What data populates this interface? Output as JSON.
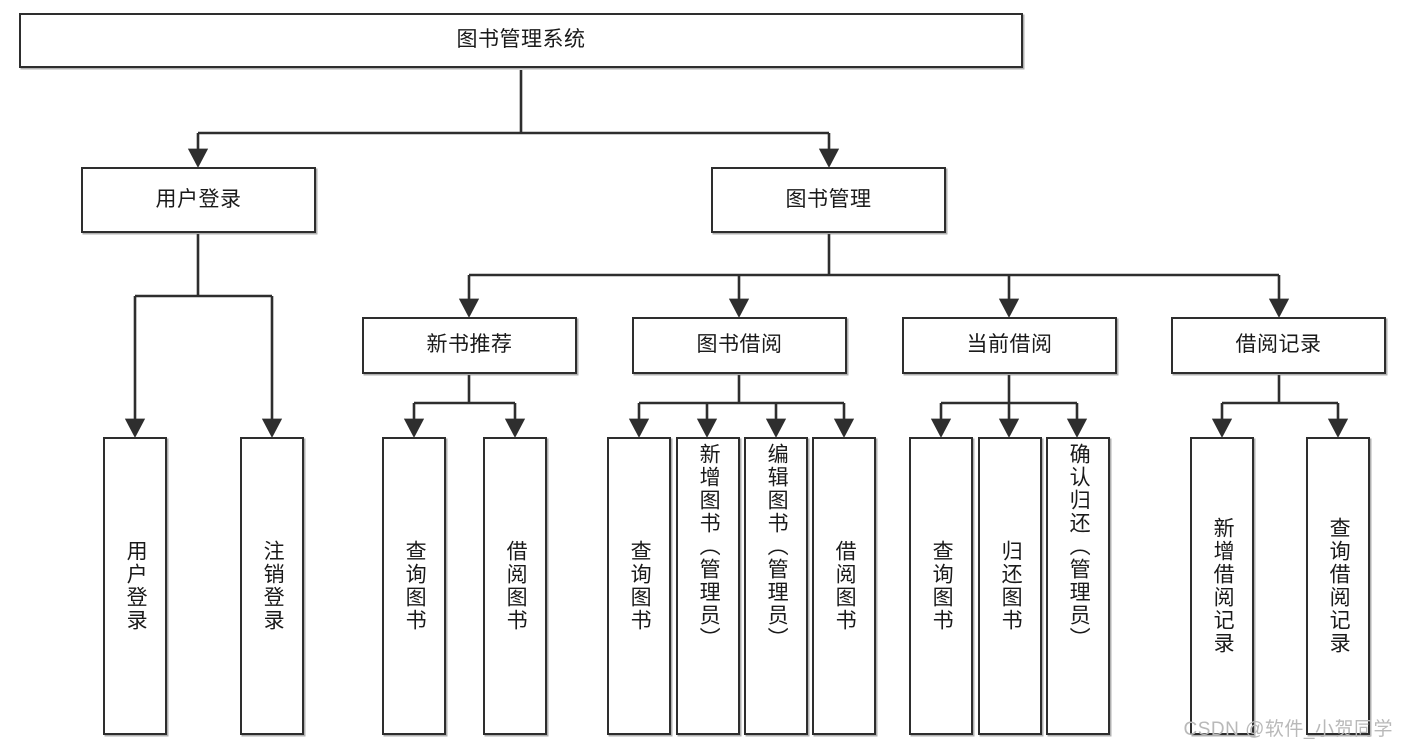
{
  "diagram": {
    "title": "图书管理系统",
    "type": "tree-hierarchy-diagram",
    "root": {
      "id": "root",
      "label": "图书管理系统"
    },
    "level2": [
      {
        "id": "user-login",
        "label": "用户登录"
      },
      {
        "id": "book-management",
        "label": "图书管理"
      }
    ],
    "level3": [
      {
        "id": "new-book-recommend",
        "label": "新书推荐",
        "parent": "book-management"
      },
      {
        "id": "book-borrow",
        "label": "图书借阅",
        "parent": "book-management"
      },
      {
        "id": "current-borrow",
        "label": "当前借阅",
        "parent": "book-management"
      },
      {
        "id": "borrow-record",
        "label": "借阅记录",
        "parent": "book-management"
      }
    ],
    "leaves": {
      "user_login": [
        {
          "id": "leaf-user-login",
          "label": "用户登录"
        },
        {
          "id": "leaf-logout-login",
          "label": "注销登录"
        }
      ],
      "new_book_recommend": [
        {
          "id": "leaf-query-book-1",
          "label": "查询图书"
        },
        {
          "id": "leaf-borrow-book-1",
          "label": "借阅图书"
        }
      ],
      "book_borrow": [
        {
          "id": "leaf-query-book-2",
          "label": "查询图书"
        },
        {
          "id": "leaf-add-book",
          "label": "新增图书（管理员）"
        },
        {
          "id": "leaf-edit-book",
          "label": "编辑图书（管理员）"
        },
        {
          "id": "leaf-borrow-book-2",
          "label": "借阅图书"
        }
      ],
      "current_borrow": [
        {
          "id": "leaf-query-book-3",
          "label": "查询图书"
        },
        {
          "id": "leaf-return-book",
          "label": "归还图书"
        },
        {
          "id": "leaf-confirm-return",
          "label": "确认归还（管理员）"
        }
      ],
      "borrow_record": [
        {
          "id": "leaf-add-record",
          "label": "新增借阅记录"
        },
        {
          "id": "leaf-query-record",
          "label": "查询借阅记录"
        }
      ]
    }
  },
  "watermark": {
    "text": "CSDN @软件_小贺同学"
  },
  "colors": {
    "border": "#2e2e2e",
    "background": "#ffffff",
    "text": "#1a1a1a",
    "watermark": "#b9b9b9"
  }
}
